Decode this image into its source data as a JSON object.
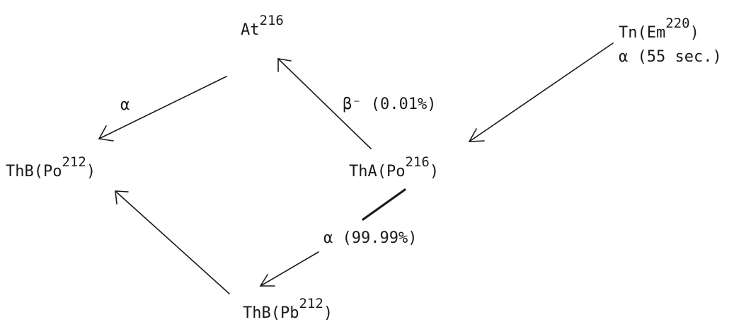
{
  "nodes": {
    "at216": {
      "text": "At",
      "sup": "216",
      "tail": ""
    },
    "tn": {
      "text": "Tn(Em",
      "sup": "220",
      "tail": ")"
    },
    "tn_halflife": {
      "text": "α (55 sec.)"
    },
    "thb_po212": {
      "text": "ThB(Po",
      "sup": "212",
      "tail": ")"
    },
    "tha_po216": {
      "text": "ThA(Po",
      "sup": "216",
      "tail": ")"
    },
    "thb_pb212": {
      "text": "ThB(Pb",
      "sup": "212",
      "tail": ")"
    }
  },
  "edges": {
    "at_to_thb": {
      "label": "α"
    },
    "tha_to_at": {
      "label": "β⁻ (0.01%)"
    },
    "tha_to_thbpb": {
      "label": "α (99.99%)"
    },
    "tn_to_tha": {
      "label": ""
    },
    "thbpb_to_thbpo": {
      "label": ""
    }
  }
}
